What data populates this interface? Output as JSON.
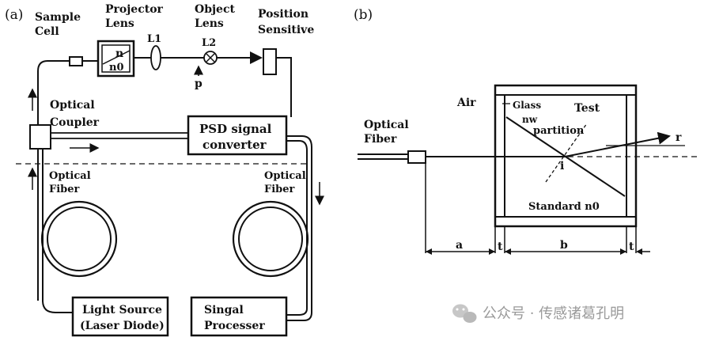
{
  "panel_a": {
    "tag": "(a)",
    "sample_cell": [
      "Sample",
      "Cell"
    ],
    "projector_lens": [
      "Projector",
      "Lens"
    ],
    "object_lens": [
      "Object",
      "Lens"
    ],
    "position_sensitive": [
      "Position",
      "Sensitive"
    ],
    "L1": "L1",
    "L2": "L2",
    "n": "n",
    "n0": "n0",
    "p": "p",
    "optical_coupler": [
      "Optical",
      "Coupler"
    ],
    "psd_converter": [
      "PSD signal",
      "converter"
    ],
    "optical_fiber_left": [
      "Optical",
      "Fiber"
    ],
    "optical_fiber_right": [
      "Optical",
      "Fiber"
    ],
    "light_source": [
      "Light Source",
      "(Laser Diode)"
    ],
    "signal_processer": [
      "Singal",
      "Processer"
    ]
  },
  "panel_b": {
    "tag": "(b)",
    "optical_fiber": [
      "Optical",
      "Fiber"
    ],
    "air": "Air",
    "glass": "Glass",
    "test": "Test",
    "nw": "nw",
    "partition": "partition",
    "standard": "Standard n0",
    "i": "i",
    "r": "r",
    "dim_a": "a",
    "dim_t1": "t",
    "dim_b": "b",
    "dim_t2": "t"
  },
  "watermark": {
    "text": "公众号 · 传感诸葛孔明",
    "icon": "wechat-icon"
  }
}
